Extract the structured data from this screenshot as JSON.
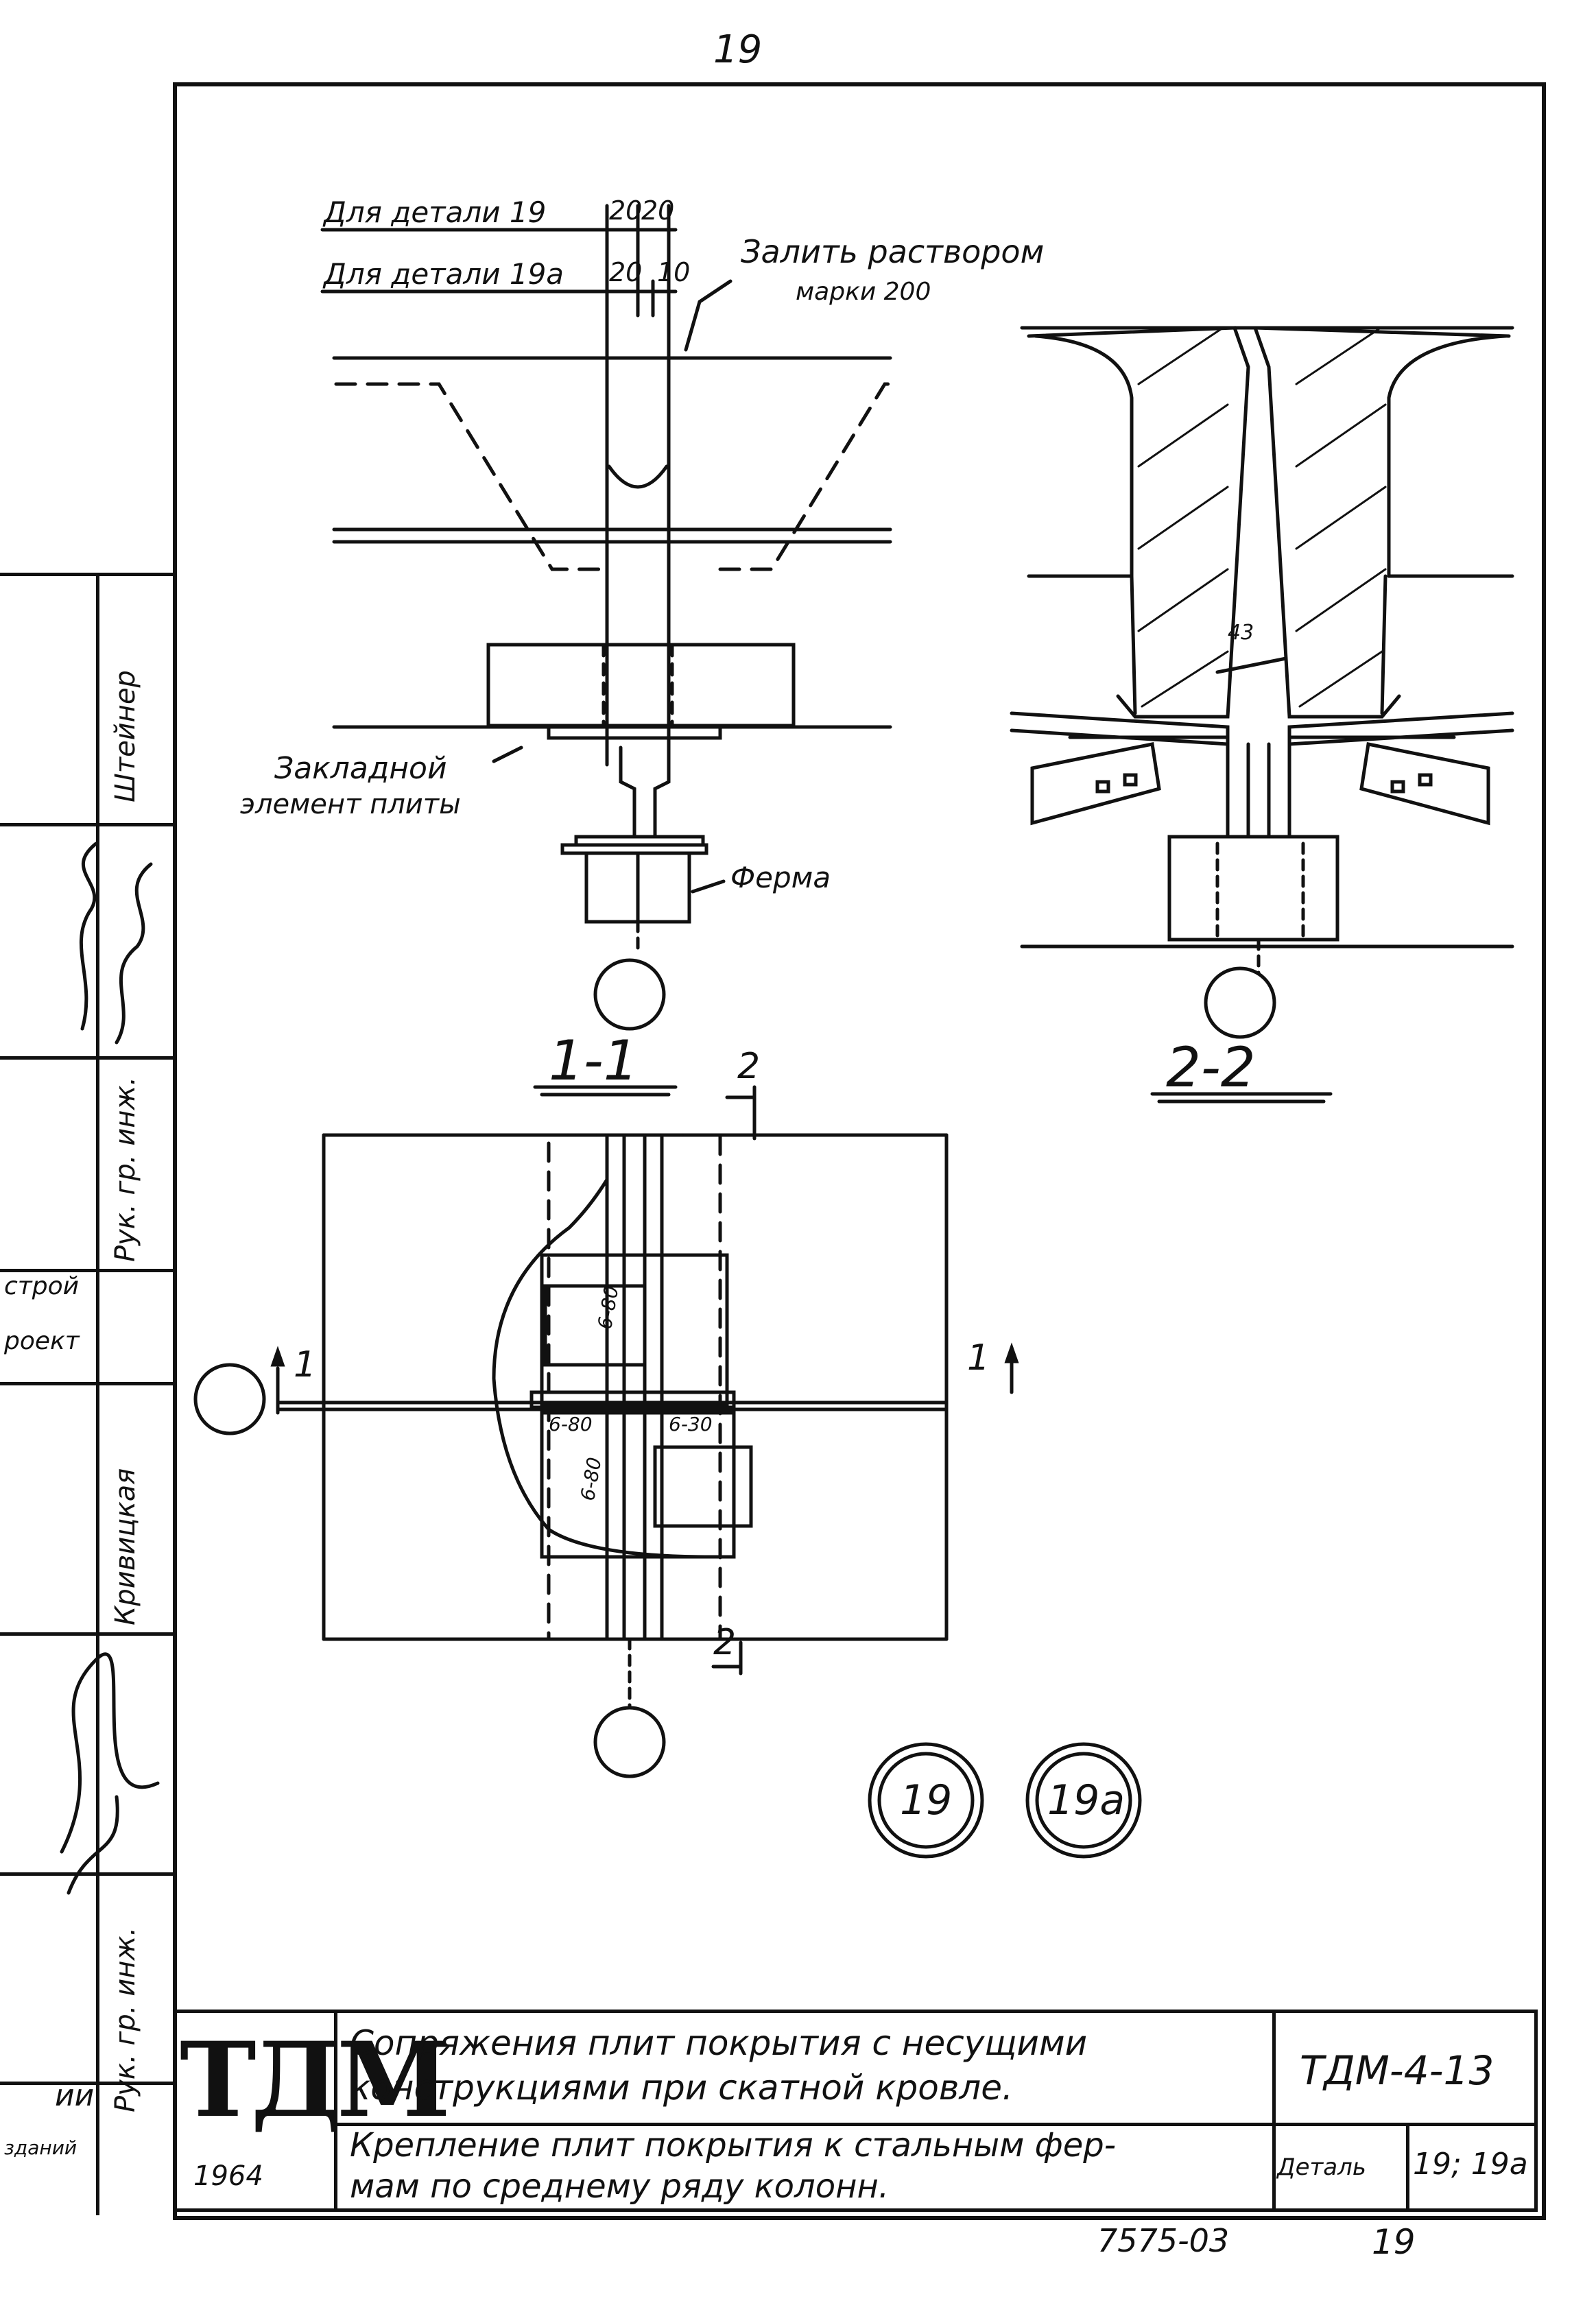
{
  "page_number_top": "19",
  "labels": {
    "dim_line_19": "Для детали 19",
    "dim_19_a": "20",
    "dim_19_b": "20",
    "dim_line_19a": "Для детали 19а",
    "dim_19a_a": "20",
    "dim_19a_b": "10",
    "grout_note_1": "Залить раствором",
    "grout_note_2": "марки 200",
    "embedded_1": "Закладной",
    "embedded_2": "элемент плиты",
    "truss": "Ферма",
    "dim_43": "43",
    "weld_1": "6-80",
    "weld_2": "6-80",
    "weld_3": "6-30",
    "weld_4": "6-80"
  },
  "sections": {
    "sec_1_1": "1-1",
    "sec_2_2": "2-2",
    "cut_mark_2": "2",
    "cut_mark_1": "1"
  },
  "detail_marks": [
    "19",
    "19a"
  ],
  "side_stamp": {
    "row1": "Штейнер",
    "row2": "Рук. гр. инж.",
    "row3a": "строй",
    "row3b": "роект",
    "row4": "Кривицкая",
    "row5": "Рук. гр. инж.",
    "row6a": "ии",
    "row6b": "зданий"
  },
  "title_block": {
    "logo": "ТДМ",
    "year": "1964",
    "title_line1": "Сопряжения плит покрытия с несущими",
    "title_line2": "конструкциями при скатной кровле.",
    "subtitle_line1": "Крепление плит покрытия к стальным фер-",
    "subtitle_line2": "мам по среднему ряду колонн.",
    "series": "ТДМ-4-13",
    "detail_label": "Деталь",
    "detail_value": "19; 19а",
    "sheet_no": "19",
    "archive_no": "7575-03"
  }
}
